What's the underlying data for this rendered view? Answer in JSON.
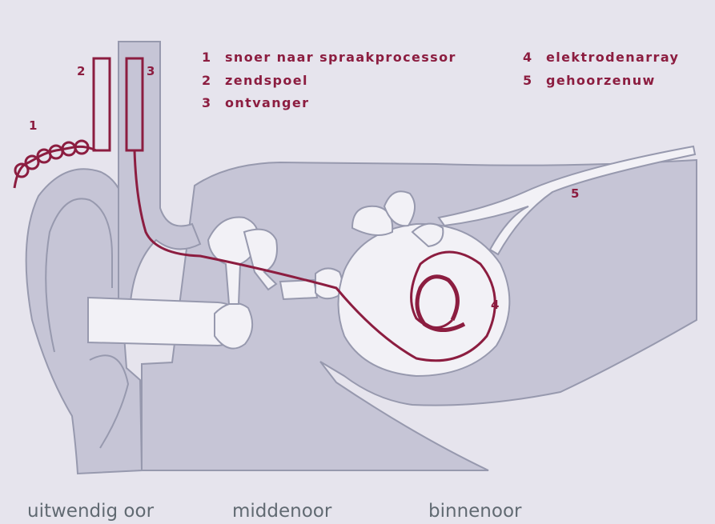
{
  "legend": [
    {
      "num": "1",
      "text": "snoer naar spraakprocessor"
    },
    {
      "num": "2",
      "text": "zendspoel"
    },
    {
      "num": "3",
      "text": "ontvanger"
    },
    {
      "num": "4",
      "text": "elektrodenarray"
    },
    {
      "num": "5",
      "text": "gehoorzenuw"
    }
  ],
  "markers": {
    "m1": "1",
    "m2": "2",
    "m3": "3",
    "m4": "4",
    "m5": "5"
  },
  "regions": {
    "outer": "uitwendig oor",
    "middle": "middenoor",
    "inner": "binnenoor"
  },
  "colors": {
    "implant": "#8c1d40",
    "background": "#e6e4ed",
    "tissue": "#c6c5d6",
    "outline": "#9799ae",
    "canal": "#f2f1f6"
  }
}
